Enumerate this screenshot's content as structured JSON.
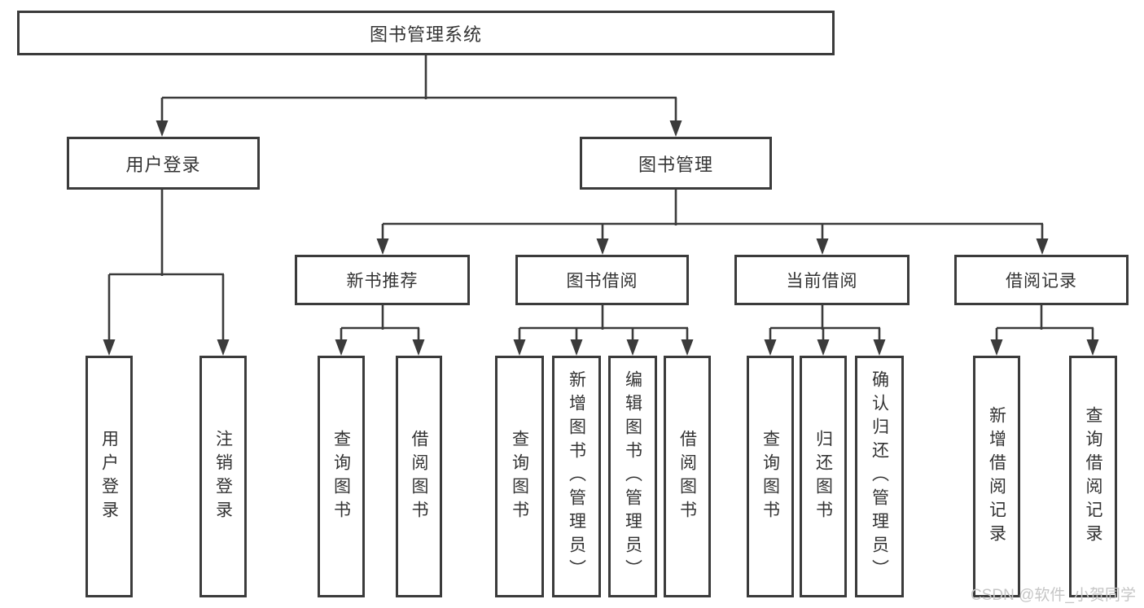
{
  "diagram": {
    "root": {
      "label": "图书管理系统"
    },
    "level2": [
      {
        "label": "用户登录",
        "children": [
          {
            "label": "用户登录"
          },
          {
            "label": "注销登录"
          }
        ]
      },
      {
        "label": "图书管理",
        "children": [
          {
            "label": "新书推荐",
            "children": [
              {
                "label": "查询图书"
              },
              {
                "label": "借阅图书"
              }
            ]
          },
          {
            "label": "图书借阅",
            "children": [
              {
                "label": "查询图书"
              },
              {
                "label": "新增图书（管理员）"
              },
              {
                "label": "编辑图书（管理员）"
              },
              {
                "label": "借阅图书"
              }
            ]
          },
          {
            "label": "当前借阅",
            "children": [
              {
                "label": "查询图书"
              },
              {
                "label": "归还图书"
              },
              {
                "label": "确认归还（管理员）"
              }
            ]
          },
          {
            "label": "借阅记录",
            "children": [
              {
                "label": "新增借阅记录"
              },
              {
                "label": "查询借阅记录"
              }
            ]
          }
        ]
      }
    ]
  },
  "watermark": {
    "text": "CSDN @软件_小贺同学"
  },
  "colors": {
    "line": "#3b3b3b",
    "box_border": "#3b3b3b",
    "text": "#333333",
    "watermark": "#c6c6c6",
    "background": "#ffffff"
  }
}
